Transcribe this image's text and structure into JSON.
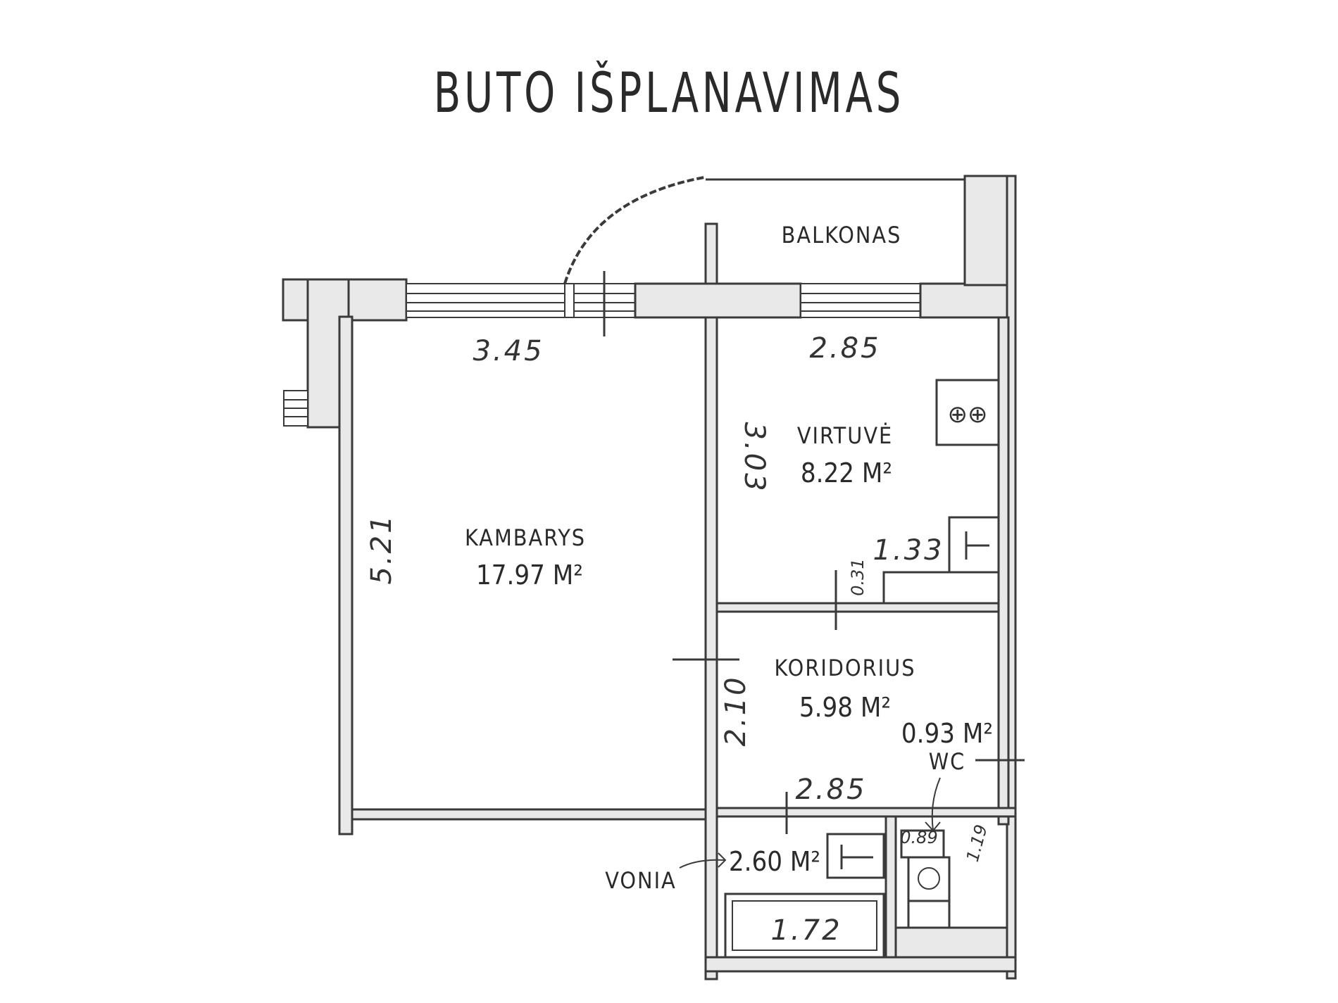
{
  "title": "BUTO IŠPLANAVIMAS",
  "rooms": {
    "balkonas": {
      "label": "BALKONAS"
    },
    "kambarys": {
      "label": "KAMBARYS",
      "area": "17.97 M²"
    },
    "virtuve": {
      "label": "VIRTUVĖ",
      "area": "8.22 M²"
    },
    "koridorius": {
      "label": "KORIDORIUS",
      "area": "5.98 M²"
    },
    "wc": {
      "label": "WC",
      "area": "0.93 M²"
    },
    "vonia": {
      "label": "VONIA",
      "area": "2.60 M²"
    }
  },
  "dimensions": {
    "kambarys_width": "3.45",
    "kambarys_length": "5.21",
    "virtuve_width": "2.85",
    "virtuve_length": "3.03",
    "kitchen_counter": "1.33",
    "kitchen_small": "0.31",
    "corridor_length": "2.10",
    "corridor_width": "2.85",
    "bathtub": "1.72",
    "wc_door": "0.89",
    "wc_wall": "1.19"
  },
  "stove_symbol": "⊕⊕"
}
